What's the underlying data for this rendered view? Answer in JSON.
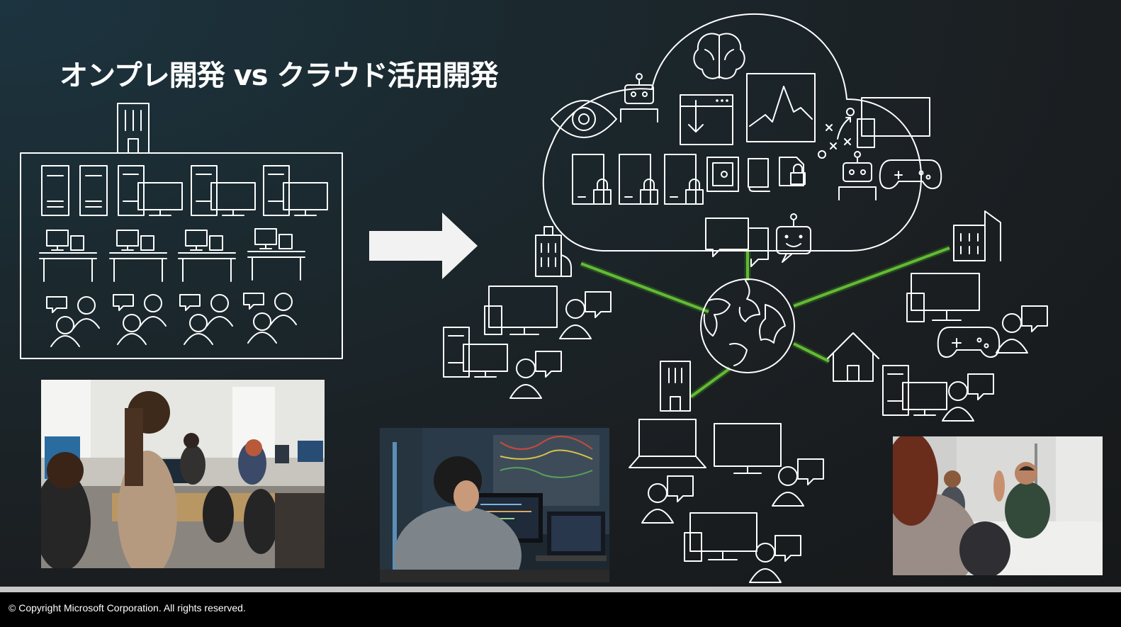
{
  "slide": {
    "title": "オンプレ開発 vs クラウド活用開発"
  },
  "footer": {
    "copyright": "© Copyright Microsoft Corporation. All rights reserved."
  },
  "colors": {
    "background": "#1b2328",
    "line": "#ffffff",
    "connection_glow": "#6fcf3a",
    "footer_band": "#c8c8c8"
  },
  "icons": [
    "office-building-icon",
    "server-icon",
    "desktop-monitor-icon",
    "desk-icon",
    "person-chat-icon",
    "right-arrow-icon",
    "cloud-icon",
    "brain-icon",
    "eye-icon",
    "robot-icon",
    "chart-icon",
    "locked-file-icon",
    "strategy-icon",
    "gamepad-icon",
    "globe-icon",
    "house-icon",
    "laptop-icon",
    "chat-bubbles-icon"
  ],
  "photos": [
    "office-team-photo",
    "developer-server-room-photo",
    "meeting-photo"
  ]
}
